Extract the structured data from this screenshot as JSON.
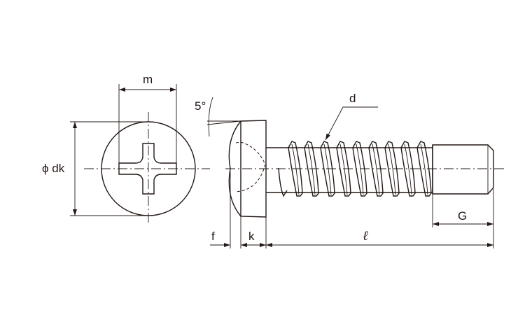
{
  "labels": {
    "m": "m",
    "dk": "ϕ dk",
    "angle": "5°",
    "d": "d",
    "f": "f",
    "k": "k",
    "l": "ℓ",
    "G": "G"
  },
  "colors": {
    "line": "#231815",
    "background": "#ffffff"
  }
}
